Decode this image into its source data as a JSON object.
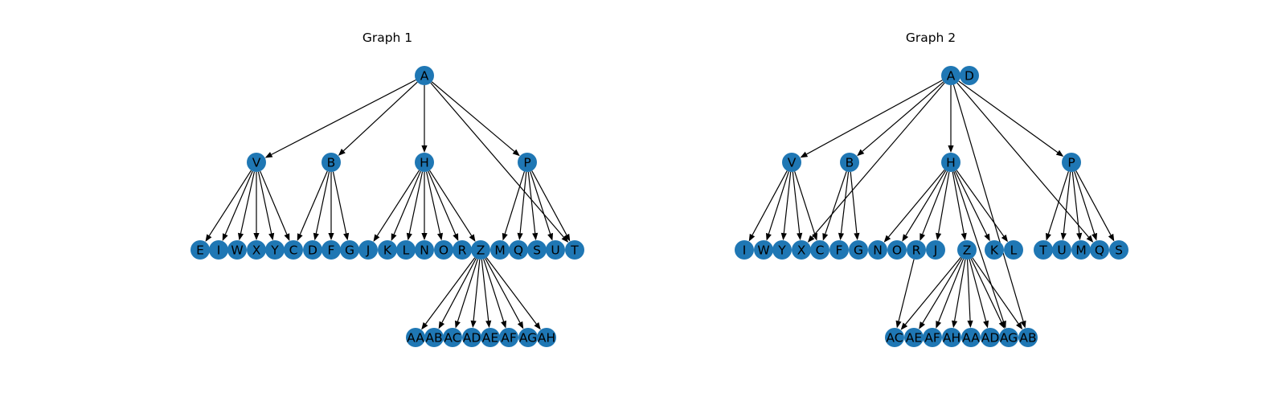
{
  "graphs": [
    {
      "title": "Graph 1",
      "nodes": [
        "A",
        "V",
        "B",
        "H",
        "P",
        "E",
        "I",
        "W",
        "X",
        "Y",
        "C",
        "D",
        "F",
        "G",
        "J",
        "K",
        "L",
        "N",
        "O",
        "R",
        "Z",
        "M",
        "Q",
        "S",
        "U",
        "T",
        "AA",
        "AB",
        "AC",
        "AD",
        "AE",
        "AF",
        "AG",
        "AH"
      ],
      "edges": [
        [
          "A",
          "V"
        ],
        [
          "A",
          "B"
        ],
        [
          "A",
          "H"
        ],
        [
          "A",
          "P"
        ],
        [
          "A",
          "T"
        ],
        [
          "V",
          "E"
        ],
        [
          "V",
          "I"
        ],
        [
          "V",
          "W"
        ],
        [
          "V",
          "X"
        ],
        [
          "V",
          "Y"
        ],
        [
          "V",
          "C"
        ],
        [
          "B",
          "C"
        ],
        [
          "B",
          "D"
        ],
        [
          "B",
          "F"
        ],
        [
          "B",
          "G"
        ],
        [
          "H",
          "J"
        ],
        [
          "H",
          "K"
        ],
        [
          "H",
          "L"
        ],
        [
          "H",
          "N"
        ],
        [
          "H",
          "O"
        ],
        [
          "H",
          "R"
        ],
        [
          "H",
          "Z"
        ],
        [
          "P",
          "M"
        ],
        [
          "P",
          "Q"
        ],
        [
          "P",
          "S"
        ],
        [
          "P",
          "U"
        ],
        [
          "P",
          "T"
        ],
        [
          "Z",
          "AA"
        ],
        [
          "Z",
          "AB"
        ],
        [
          "Z",
          "AC"
        ],
        [
          "Z",
          "AD"
        ],
        [
          "Z",
          "AE"
        ],
        [
          "Z",
          "AF"
        ],
        [
          "Z",
          "AG"
        ],
        [
          "Z",
          "AH"
        ]
      ]
    },
    {
      "title": "Graph 2",
      "nodes": [
        "A",
        "D",
        "V",
        "B",
        "H",
        "P",
        "I",
        "W",
        "Y",
        "X",
        "C",
        "F",
        "G",
        "N",
        "O",
        "R",
        "J",
        "Z",
        "K",
        "L",
        "T",
        "U",
        "M",
        "Q",
        "S",
        "AC",
        "AE",
        "AF",
        "AH",
        "AA",
        "AD",
        "AG",
        "AB"
      ],
      "edges": [
        [
          "A",
          "V"
        ],
        [
          "A",
          "B"
        ],
        [
          "A",
          "H"
        ],
        [
          "A",
          "P"
        ],
        [
          "A",
          "X"
        ],
        [
          "A",
          "Q"
        ],
        [
          "A",
          "AB"
        ],
        [
          "V",
          "I"
        ],
        [
          "V",
          "W"
        ],
        [
          "V",
          "Y"
        ],
        [
          "V",
          "X"
        ],
        [
          "V",
          "C"
        ],
        [
          "B",
          "C"
        ],
        [
          "B",
          "F"
        ],
        [
          "B",
          "G"
        ],
        [
          "H",
          "N"
        ],
        [
          "H",
          "O"
        ],
        [
          "H",
          "R"
        ],
        [
          "H",
          "J"
        ],
        [
          "H",
          "Z"
        ],
        [
          "H",
          "K"
        ],
        [
          "H",
          "L"
        ],
        [
          "H",
          "AG"
        ],
        [
          "R",
          "AC"
        ],
        [
          "P",
          "T"
        ],
        [
          "P",
          "U"
        ],
        [
          "P",
          "M"
        ],
        [
          "P",
          "Q"
        ],
        [
          "P",
          "S"
        ],
        [
          "Z",
          "AC"
        ],
        [
          "Z",
          "AE"
        ],
        [
          "Z",
          "AF"
        ],
        [
          "Z",
          "AH"
        ],
        [
          "Z",
          "AA"
        ],
        [
          "Z",
          "AD"
        ],
        [
          "Z",
          "AG"
        ],
        [
          "Z",
          "AB"
        ]
      ]
    }
  ]
}
